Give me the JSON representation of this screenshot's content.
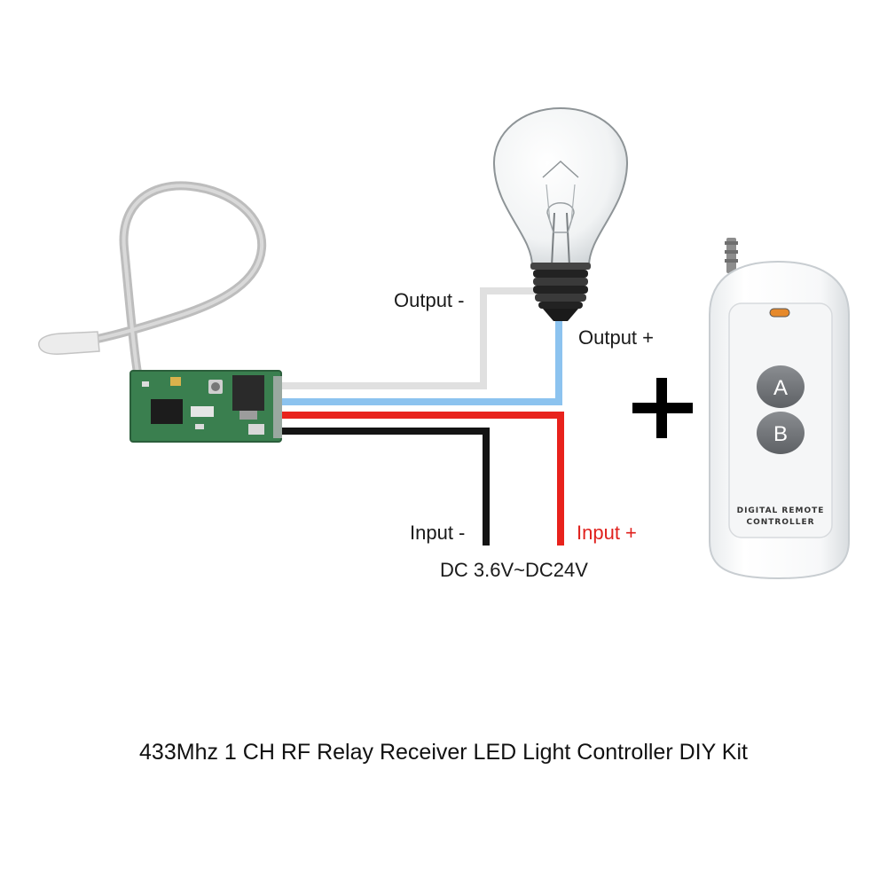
{
  "labels": {
    "output_minus": "Output -",
    "output_plus": "Output +",
    "input_minus": "Input -",
    "input_plus": "Input +",
    "voltage": "DC 3.6V~DC24V"
  },
  "remote": {
    "button_a": "A",
    "button_b": "B",
    "print_line1": "DIGITAL REMOTE",
    "print_line2": "CONTROLLER"
  },
  "caption": "433Mhz 1 CH RF Relay Receiver LED Light Controller DIY Kit",
  "wire_colors": {
    "output_minus": "#e0e0e0",
    "output_plus": "#8cc3ef",
    "input_plus": "#e8221c",
    "input_minus": "#141414"
  },
  "icons": [
    "antenna-wire-icon",
    "receiver-board-icon",
    "light-bulb-icon",
    "plus-sign-icon",
    "remote-control-icon"
  ]
}
